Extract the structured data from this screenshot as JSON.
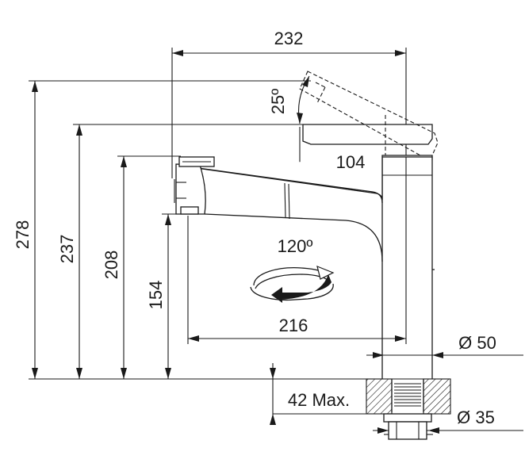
{
  "dimensions": {
    "width_total": "232",
    "reach_handle": "104",
    "reach_spout": "216",
    "height_total": "278",
    "height_handle": "237",
    "height_spout_top": "208",
    "height_spout_outlet": "154",
    "handle_angle": "25º",
    "swivel_angle": "120º",
    "body_diameter": "Ø 50",
    "shank_diameter": "Ø 35",
    "counter_thickness": "42 Max."
  },
  "colors": {
    "line": "#1a1a1a",
    "background": "#ffffff"
  }
}
